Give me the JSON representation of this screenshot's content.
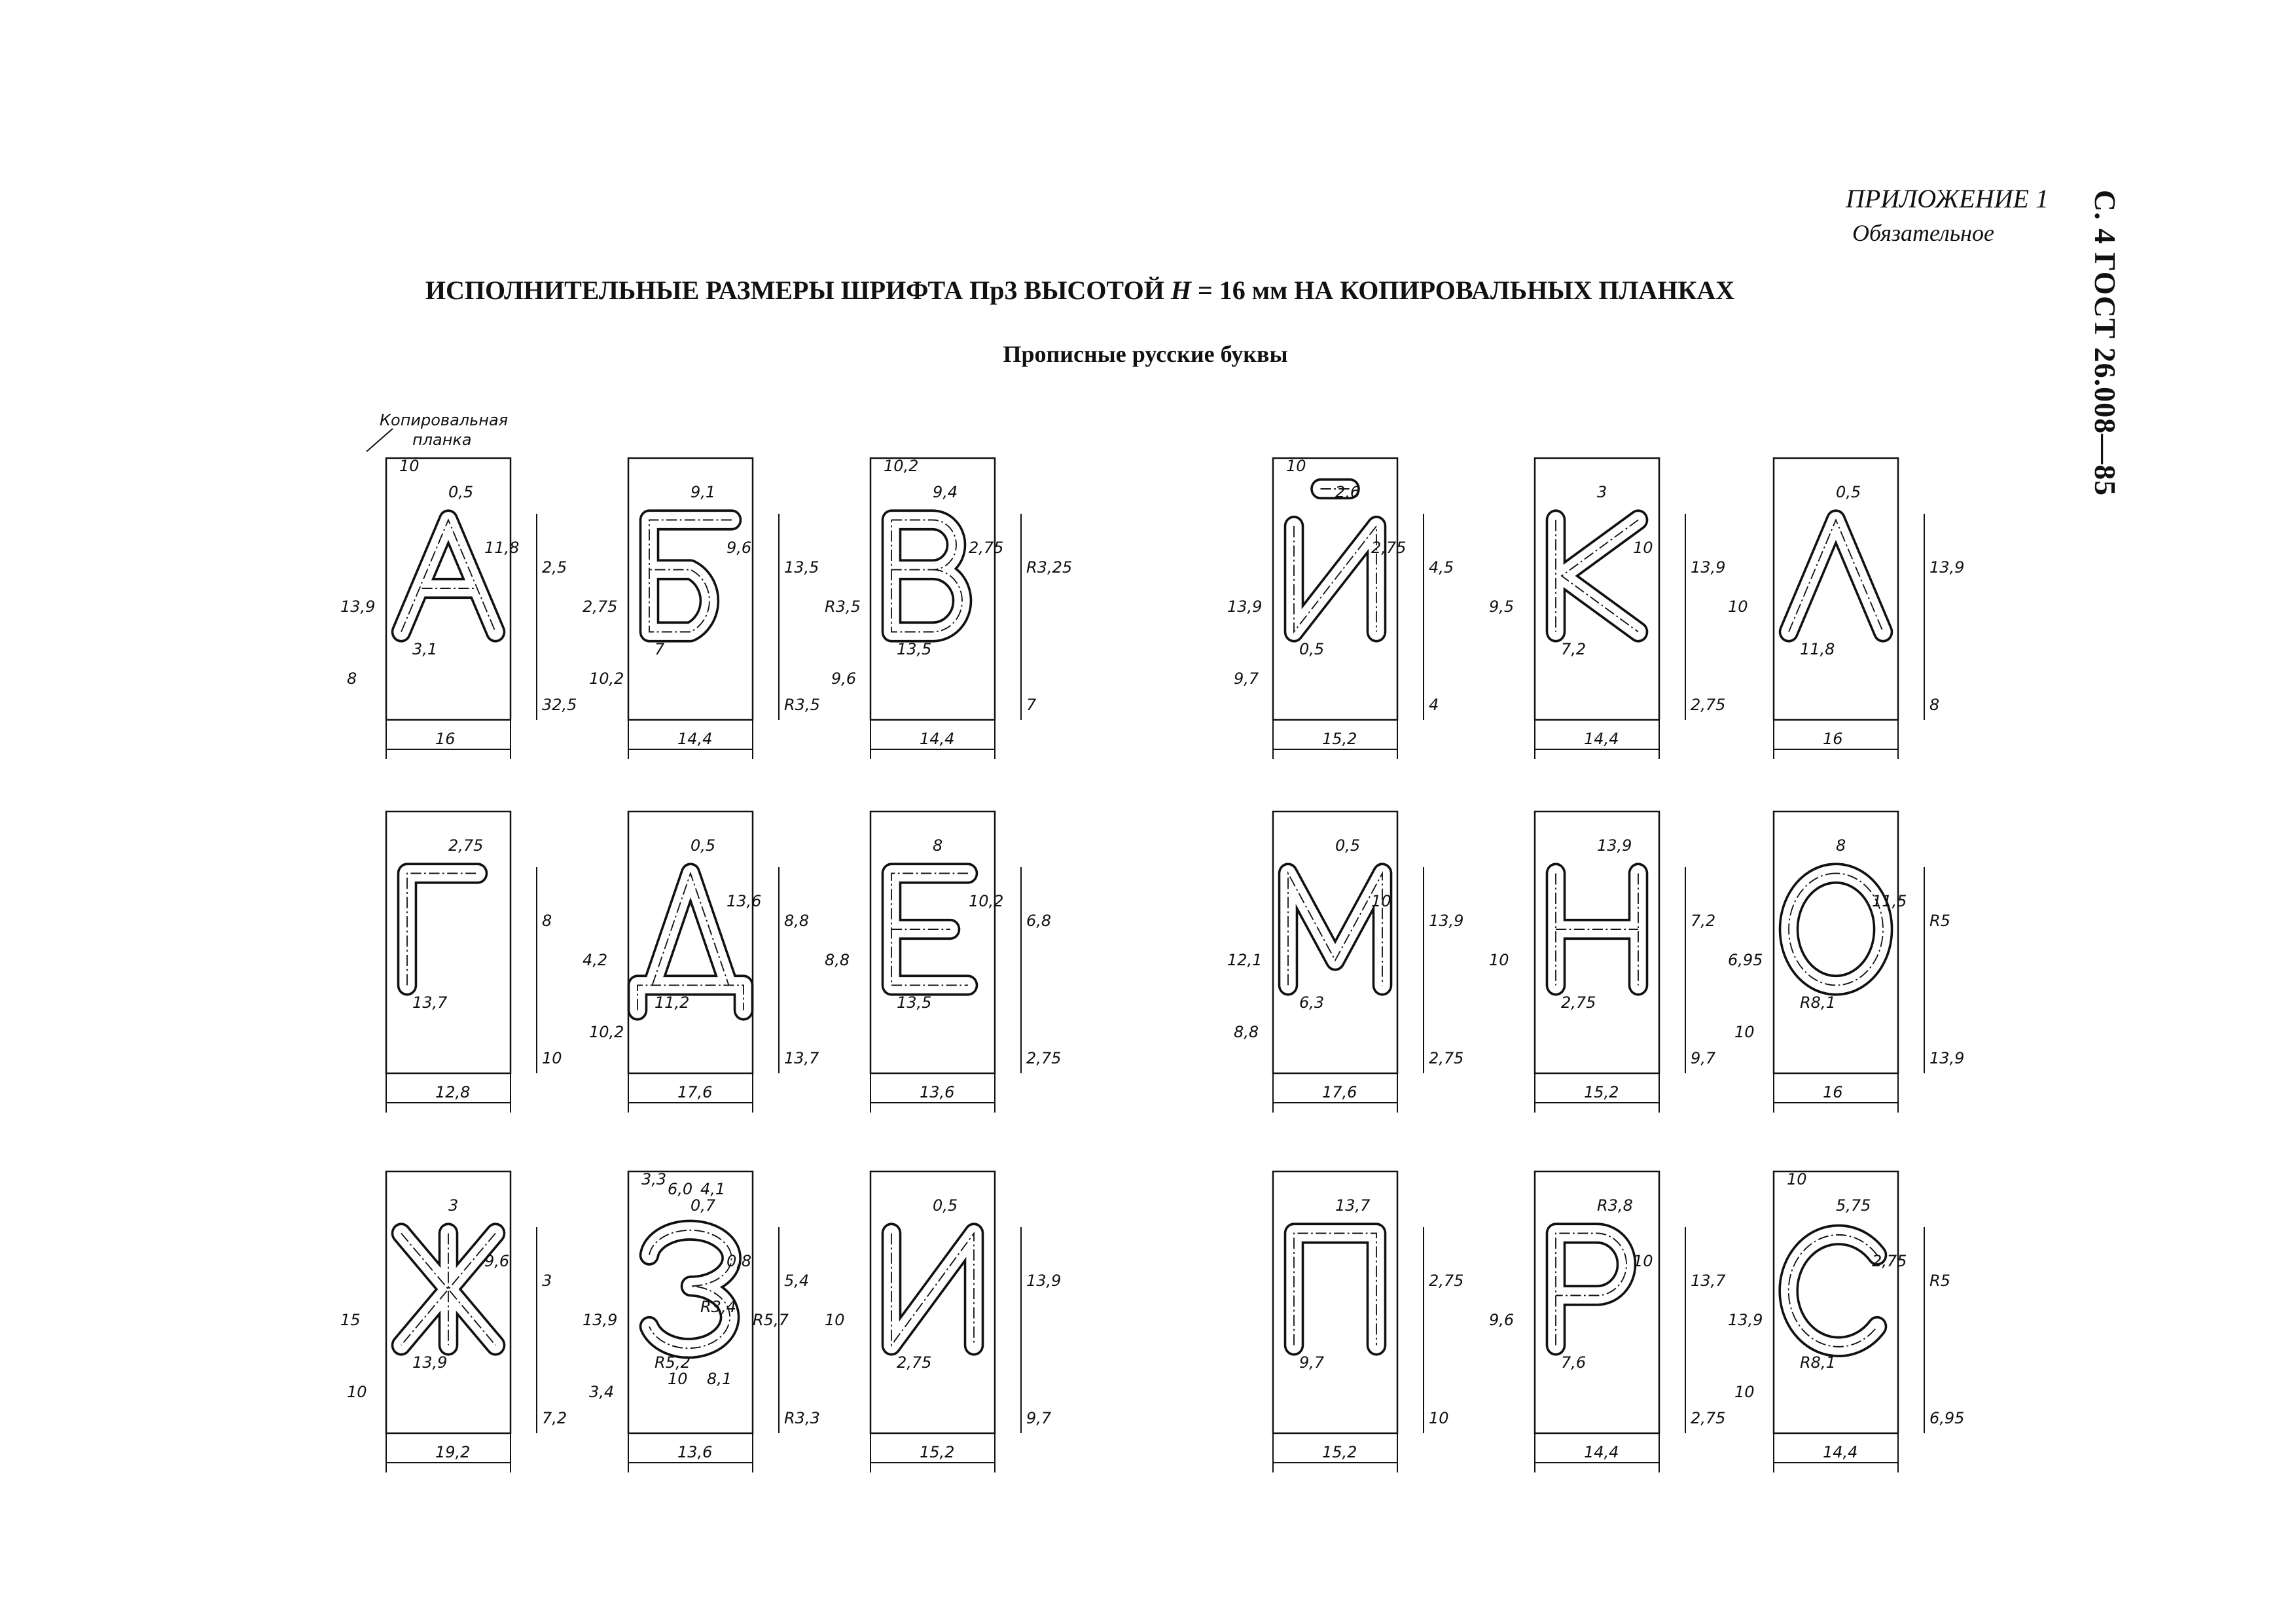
{
  "header": {
    "appendix": "ПРИЛОЖЕНИЕ 1",
    "mandatory": "Обязательное",
    "side_label": "С. 4 ГОСТ 26.008—85"
  },
  "title": {
    "prefix": "ИСПОЛНИТЕЛЬНЫЕ РАЗМЕРЫ ШРИФТА Пр3 ВЫСОТОЙ",
    "var": "H",
    "suffix": "= 16 мм НА КОПИРОВАЛЬНЫХ ПЛАНКАХ"
  },
  "subtitle": "Прописные русские буквы",
  "strip_label": [
    "Копировальная",
    "планка"
  ],
  "letters": [
    {
      "char": "А",
      "width": "16",
      "dims": [
        "0,5",
        "2,5",
        "3,1",
        "32,5",
        "13,9",
        "11,8",
        "8",
        "10"
      ]
    },
    {
      "char": "Б",
      "width": "14,4",
      "dims": [
        "9,1",
        "13,5",
        "7",
        "R3,5",
        "2,75",
        "9,6",
        "10,2"
      ]
    },
    {
      "char": "В",
      "width": "14,4",
      "dims": [
        "9,4",
        "R3,25",
        "13,5",
        "7",
        "R3,5",
        "2,75",
        "9,6",
        "10,2"
      ]
    },
    {
      "char": "Й",
      "width": "15,2",
      "dims": [
        "2,6",
        "4,5",
        "0,5",
        "4",
        "13,9",
        "2,75",
        "9,7",
        "10"
      ]
    },
    {
      "char": "К",
      "width": "14,4",
      "dims": [
        "3",
        "13,9",
        "7,2",
        "2,75",
        "9,5",
        "10"
      ]
    },
    {
      "char": "Л",
      "width": "16",
      "dims": [
        "0,5",
        "13,9",
        "11,8",
        "8",
        "10"
      ]
    },
    {
      "char": "Г",
      "width": "12,8",
      "dims": [
        "2,75",
        "8",
        "13,7",
        "10"
      ]
    },
    {
      "char": "Д",
      "width": "17,6",
      "dims": [
        "0,5",
        "8,8",
        "11,2",
        "13,7",
        "4,2",
        "13,6",
        "10,2"
      ]
    },
    {
      "char": "Е",
      "width": "13,6",
      "dims": [
        "8",
        "6,8",
        "13,5",
        "2,75",
        "8,8",
        "10,2"
      ]
    },
    {
      "char": "М",
      "width": "17,6",
      "dims": [
        "0,5",
        "13,9",
        "6,3",
        "2,75",
        "12,1",
        "10",
        "8,8"
      ]
    },
    {
      "char": "Н",
      "width": "15,2",
      "dims": [
        "13,9",
        "7,2",
        "2,75",
        "9,7",
        "10"
      ]
    },
    {
      "char": "О",
      "width": "16",
      "dims": [
        "8",
        "R5",
        "R8,1",
        "13,9",
        "6,95",
        "11,5",
        "10"
      ]
    },
    {
      "char": "Ж",
      "width": "19,2",
      "dims": [
        "3",
        "3",
        "13,9",
        "7,2",
        "15",
        "9,6",
        "10"
      ]
    },
    {
      "char": "З",
      "width": "13,6",
      "dims": [
        "0,7",
        "5,4",
        "R5,2",
        "R3,3",
        "13,9",
        "0,8",
        "3,4",
        "3,3",
        "R3,4",
        "R5,7",
        "6,0",
        "4,1",
        "10",
        "8,1"
      ]
    },
    {
      "char": "И",
      "width": "15,2",
      "dims": [
        "0,5",
        "13,9",
        "2,75",
        "9,7",
        "10"
      ]
    },
    {
      "char": "П",
      "width": "15,2",
      "dims": [
        "13,7",
        "2,75",
        "9,7",
        "10"
      ]
    },
    {
      "char": "Р",
      "width": "14,4",
      "dims": [
        "R3,8",
        "13,7",
        "7,6",
        "2,75",
        "9,6",
        "10"
      ]
    },
    {
      "char": "С",
      "width": "14,4",
      "dims": [
        "5,75",
        "R5",
        "R8,1",
        "6,95",
        "13,9",
        "2,75",
        "10",
        "10"
      ]
    }
  ]
}
